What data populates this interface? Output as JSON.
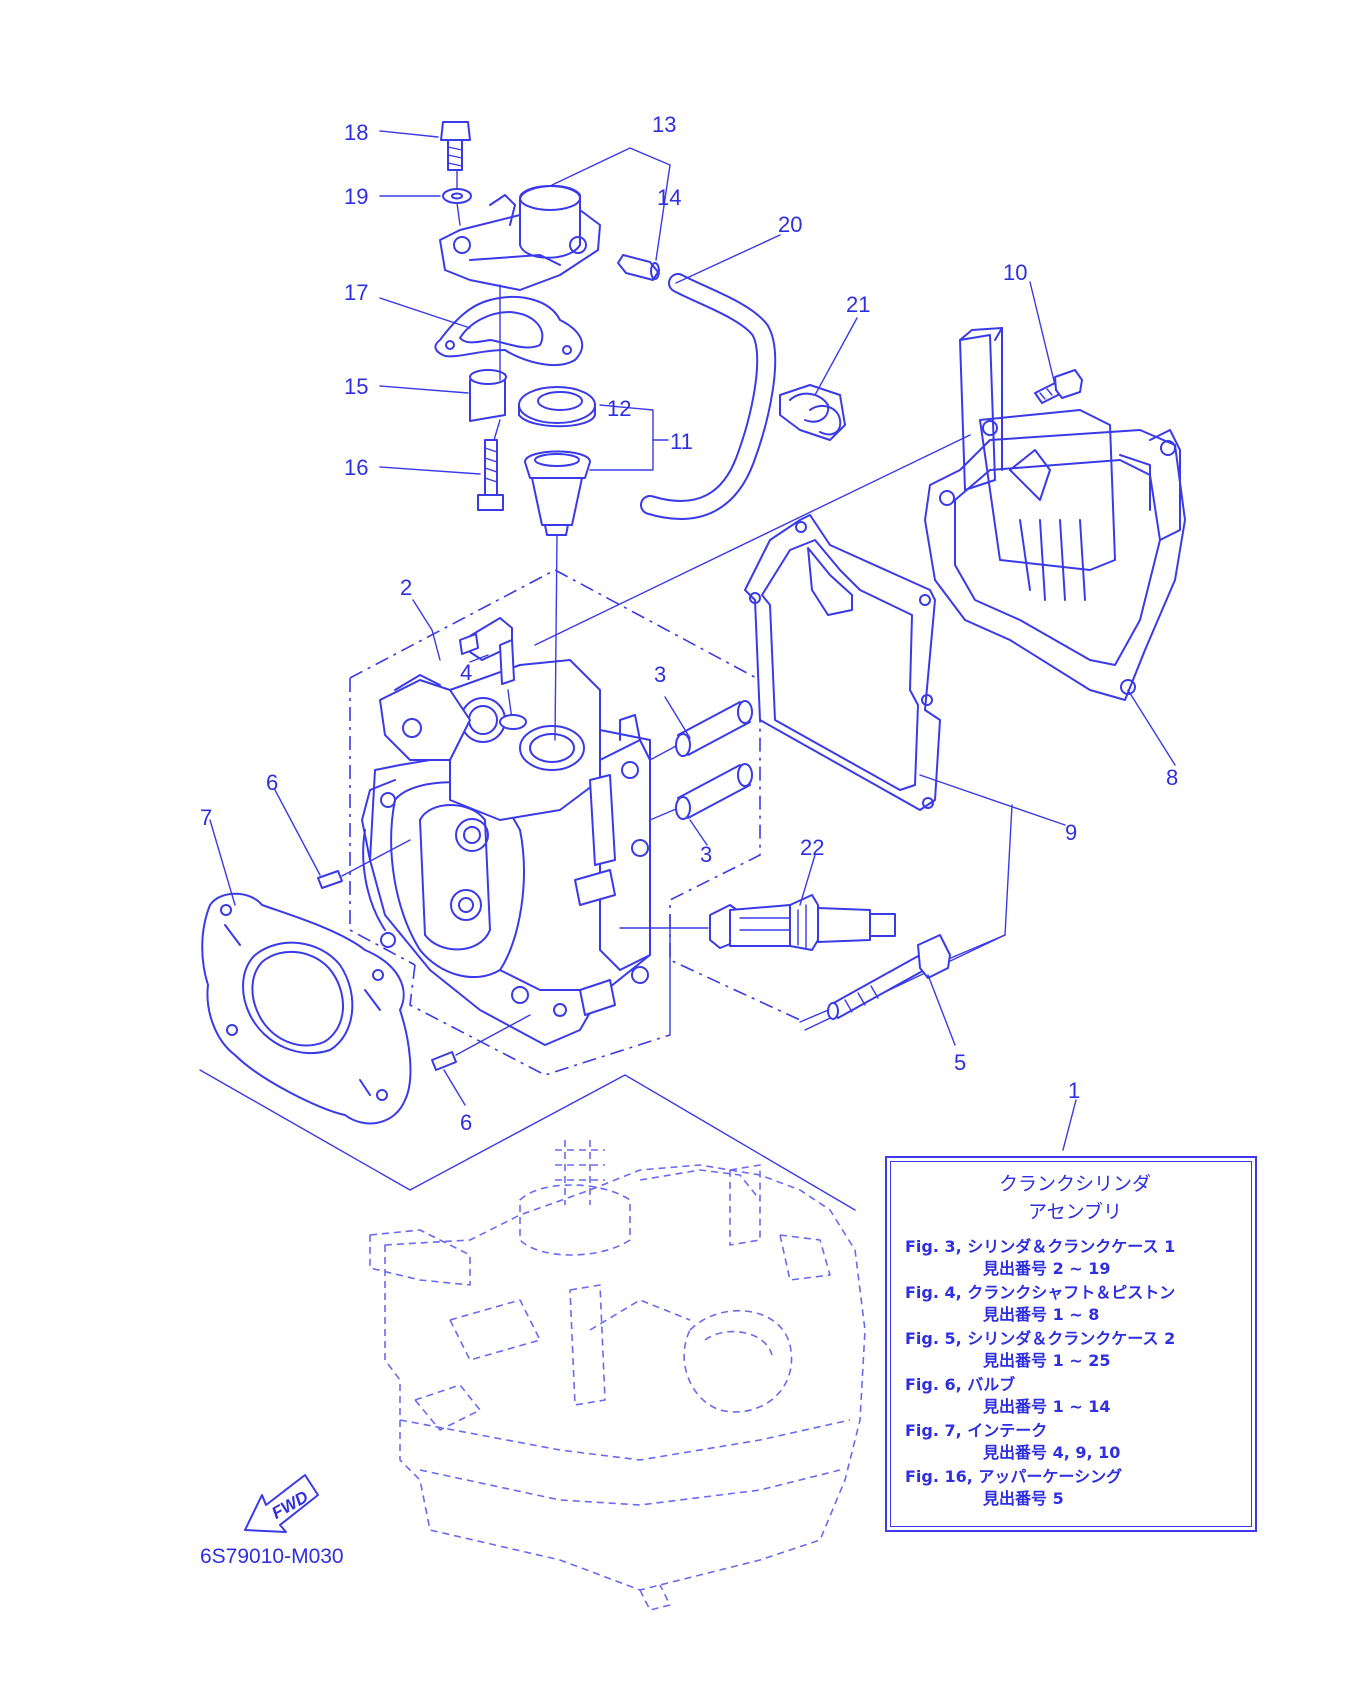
{
  "callouts": [
    "1",
    "2",
    "3",
    "3",
    "4",
    "5",
    "6",
    "6",
    "7",
    "8",
    "9",
    "10",
    "11",
    "12",
    "13",
    "14",
    "15",
    "16",
    "17",
    "18",
    "19",
    "20",
    "21",
    "22"
  ],
  "legend": {
    "title_line1": "クランクシリンダ",
    "title_line2": "アセンブリ",
    "entries": [
      {
        "fig": "Fig. 3, シリンダ＆クランクケース 1",
        "items": "見出番号 2 ~ 19"
      },
      {
        "fig": "Fig. 4, クランクシャフト＆ピストン",
        "items": "見出番号 1 ~ 8"
      },
      {
        "fig": "Fig. 5, シリンダ＆クランクケース 2",
        "items": "見出番号 1 ~ 25"
      },
      {
        "fig": "Fig. 6, バルブ",
        "items": "見出番号 1 ~ 14"
      },
      {
        "fig": "Fig. 7, インテーク",
        "items": "見出番号 4, 9, 10"
      },
      {
        "fig": "Fig. 16, アッパーケーシング",
        "items": "見出番号 5"
      }
    ]
  },
  "fwd_label": "FWD",
  "diagram_code": "6S79010-M030",
  "colors": {
    "line": "#3a3ae8",
    "text": "#2f2fe0",
    "background": "#ffffff"
  }
}
